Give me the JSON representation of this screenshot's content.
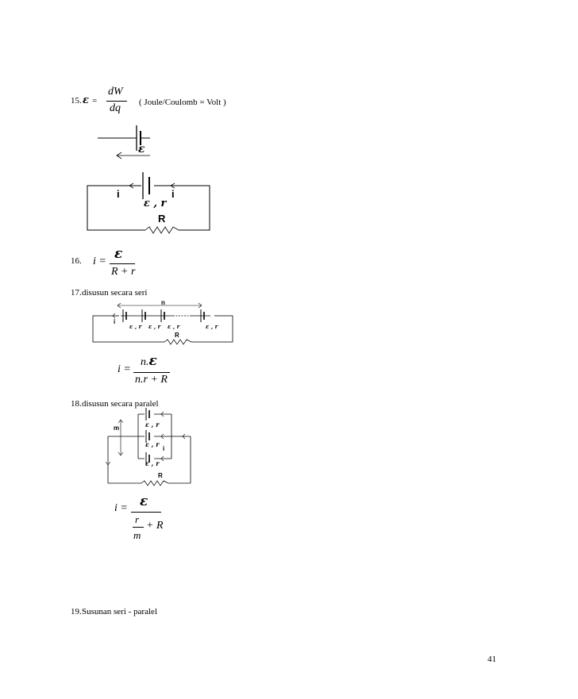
{
  "items": [
    {
      "number": "15.",
      "symbol": "ε",
      "equals": "=",
      "numerator": "dW",
      "denominator": "dq",
      "unit_note": "( Joule/Coulomb = Volt )",
      "diagram1": {
        "emf": "ε"
      },
      "diagram2": {
        "current_left": "i",
        "current_right": "i",
        "emf_r": "ε , r",
        "resistor": "R"
      }
    },
    {
      "number": "16.",
      "lhs": "i =",
      "numerator": "ε",
      "denominator": "R + r"
    },
    {
      "number": "17.",
      "label": "disusun secara seri",
      "diagram": {
        "n": "n",
        "i": "i",
        "cell_label": "ε , r",
        "resistor": "R"
      },
      "formula": {
        "lhs": "i =",
        "numerator": "n.ε",
        "denominator": "n.r + R"
      }
    },
    {
      "number": "18.",
      "label": "disusun secara paralel",
      "diagram": {
        "m": "m",
        "cell_label": "ε , r",
        "i": "i",
        "resistor": "R"
      },
      "formula": {
        "lhs": "i =",
        "numerator": "ε",
        "sub_num": "r",
        "plus_r": "+ R",
        "sub_den": "m"
      }
    },
    {
      "number": "19.",
      "label": "Susunan seri - paralel"
    }
  ],
  "page_number": "41"
}
